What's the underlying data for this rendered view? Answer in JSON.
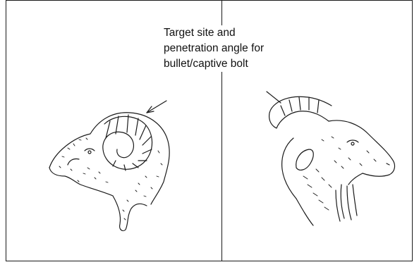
{
  "caption": {
    "lines": [
      "Target site and",
      "penetration angle for",
      "bullet/captive bolt"
    ]
  },
  "colors": {
    "ink": "#1a1a1a",
    "background": "#ffffff"
  },
  "icons": {
    "left_figure": "sheep-head-icon",
    "right_figure": "goat-head-icon",
    "arrows": "arrow-icon"
  }
}
